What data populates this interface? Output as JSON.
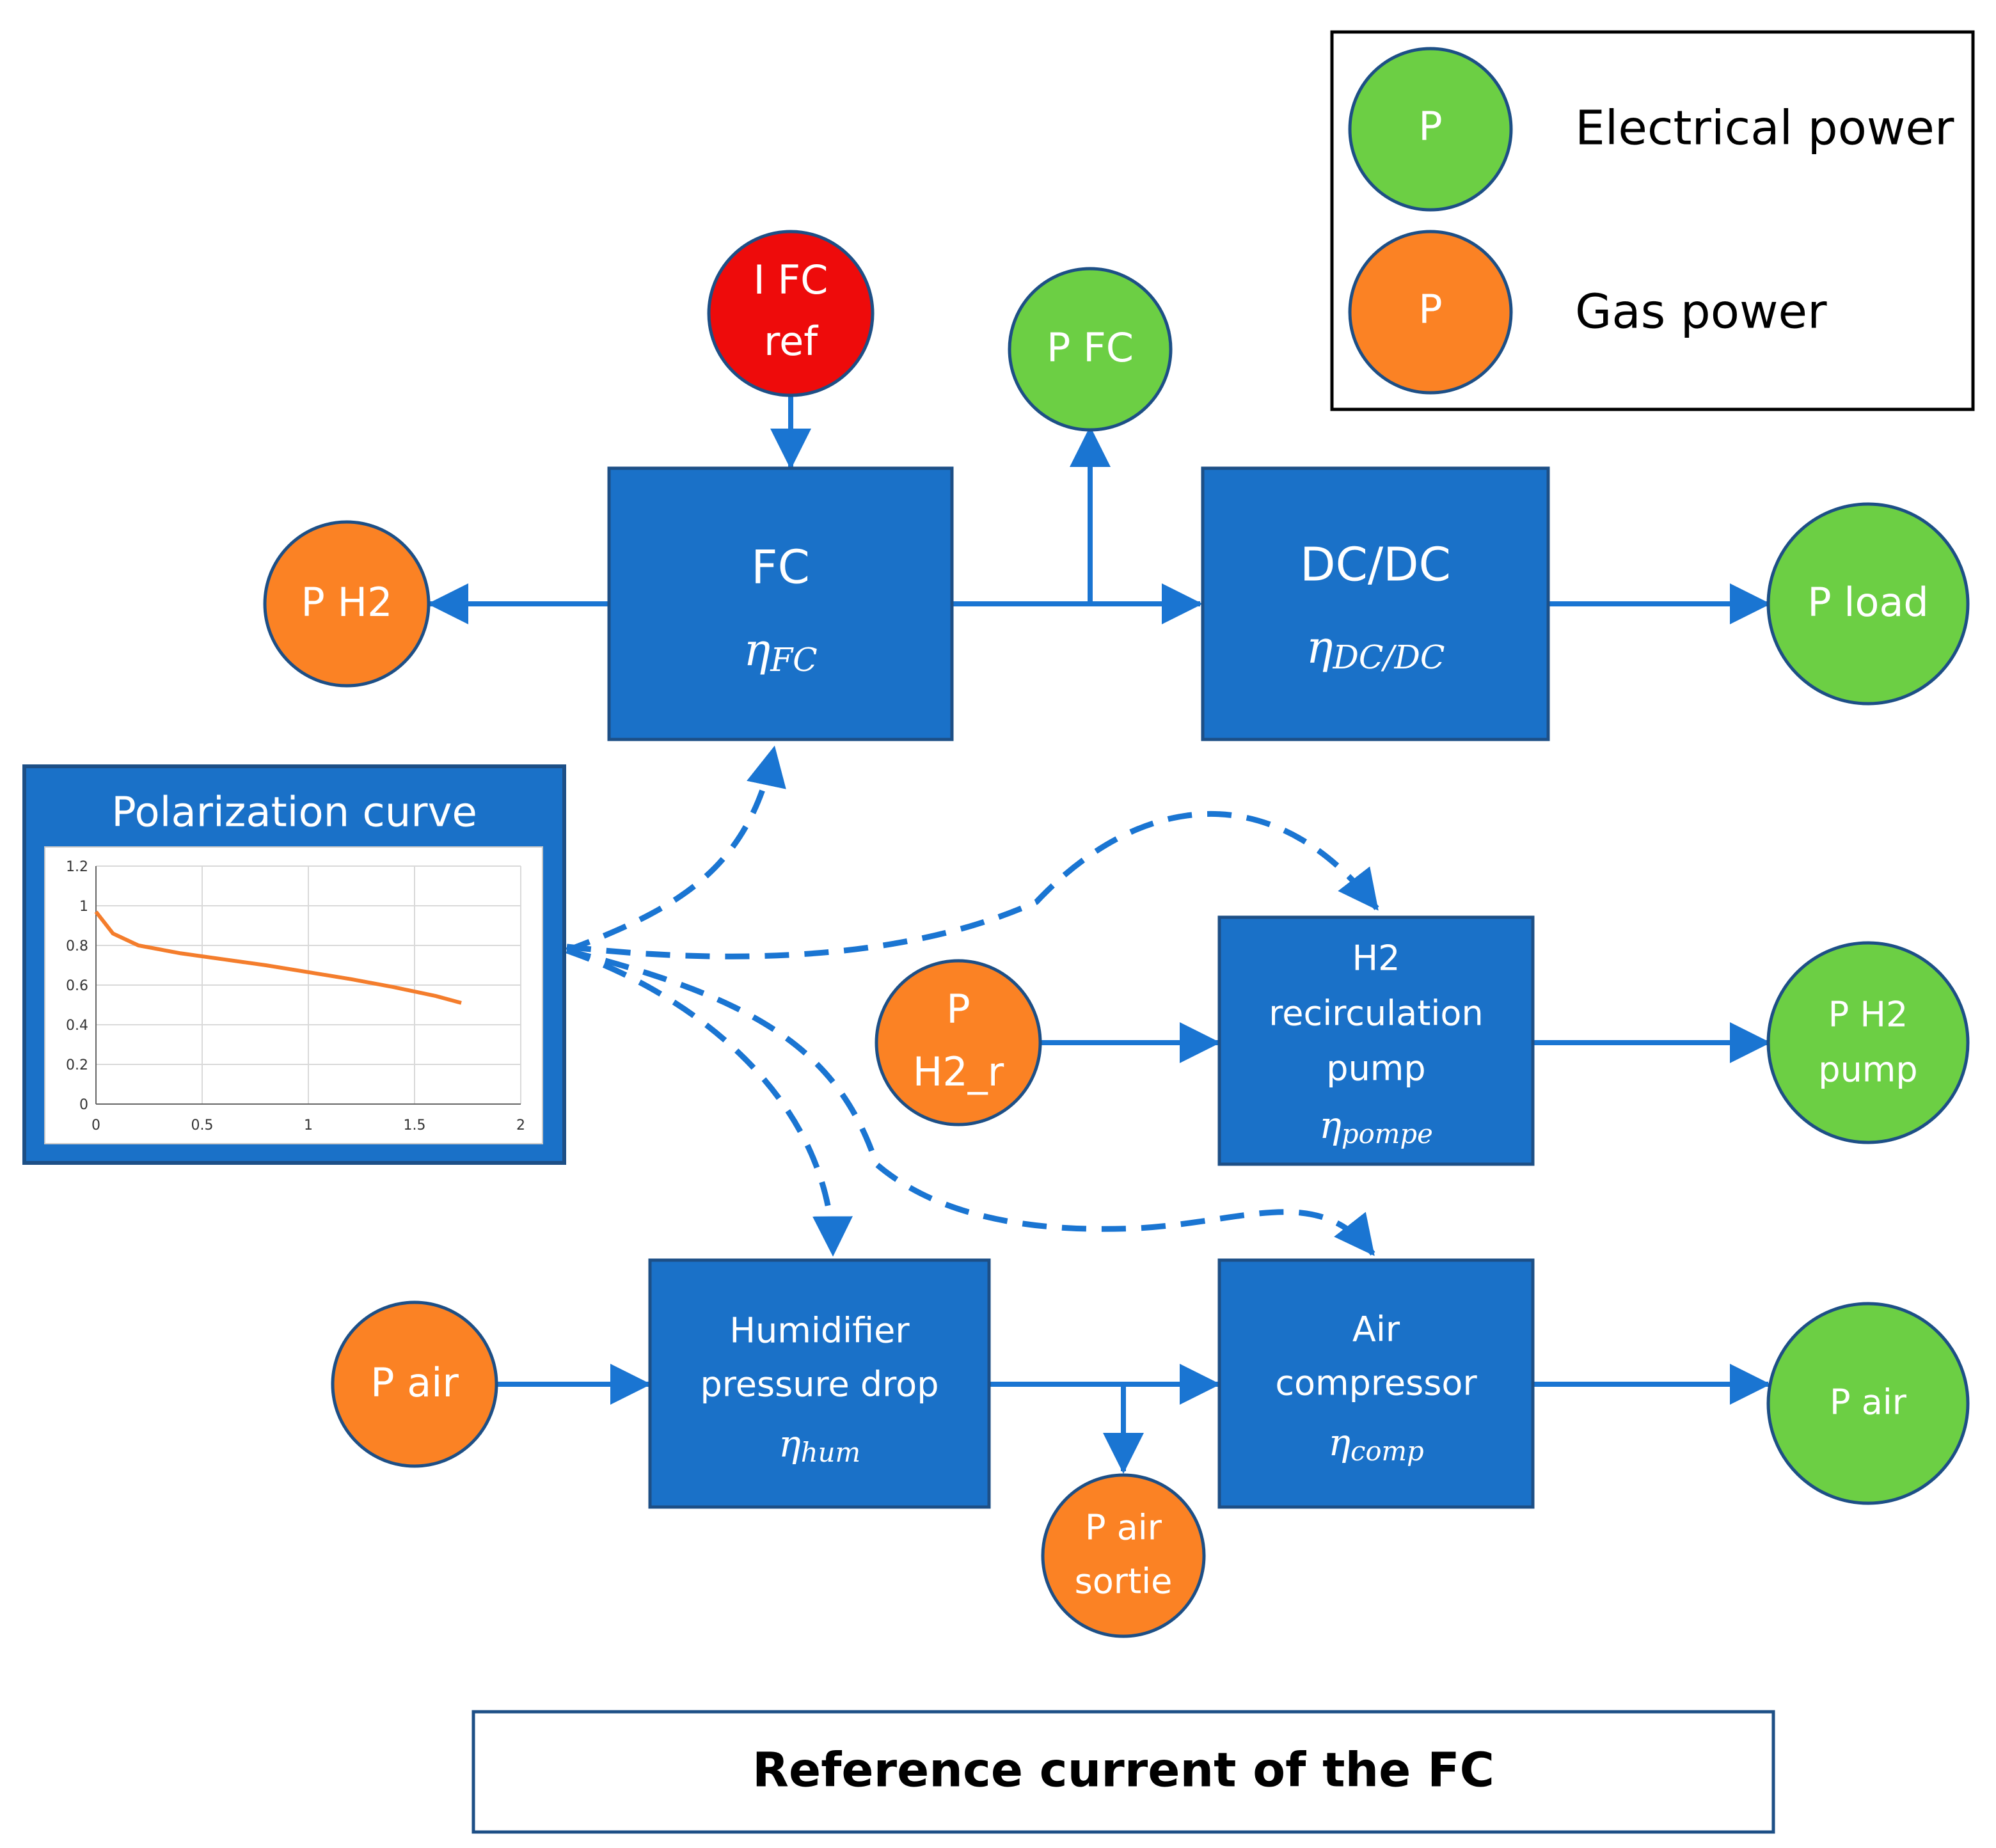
{
  "colors": {
    "block": "#1a71c8",
    "block_border": "#1d4f86",
    "electrical": "#6ccf44",
    "gas": "#fb8224",
    "reference": "#ee0b0b",
    "node_border": "#1d4f86",
    "arrow": "#1a75d2",
    "curve": "#f47d2c"
  },
  "legend": {
    "electrical": {
      "symbol": "P",
      "label": "Electrical power"
    },
    "gas": {
      "symbol": "P",
      "label": "Gas power"
    }
  },
  "nodes": {
    "i_fc_ref": {
      "line1": "I FC",
      "line2": "ref"
    },
    "p_fc": "P FC",
    "p_h2": "P H2",
    "p_load": "P load",
    "p_h2_r": {
      "line1": "P",
      "line2": "H2_r"
    },
    "p_h2_pump": {
      "line1": "P H2",
      "line2": "pump"
    },
    "p_air_in": "P air",
    "p_air_sortie": {
      "line1": "P air",
      "line2": "sortie"
    },
    "p_air_out": "P air"
  },
  "blocks": {
    "fc": {
      "title": "FC",
      "eta": "η",
      "eta_sub": "FC"
    },
    "dcdc": {
      "title": "DC/DC",
      "eta": "η",
      "eta_sub": "DC/DC"
    },
    "h2pump": {
      "line1": "H2",
      "line2": "recirculation",
      "line3": "pump",
      "eta": "η",
      "eta_sub": "pompe"
    },
    "humidifier": {
      "line1": "Humidifier",
      "line2": "pressure drop",
      "eta": "η",
      "eta_sub": "hum"
    },
    "compressor": {
      "line1": "Air",
      "line2": "compressor",
      "eta": "η",
      "eta_sub": "comp"
    }
  },
  "polarization": {
    "title": "Polarization curve",
    "chart_data": {
      "type": "line",
      "title": "",
      "xlabel": "",
      "ylabel": "",
      "xlim": [
        0,
        2
      ],
      "ylim": [
        0,
        1.2
      ],
      "x_ticks": [
        "0",
        "0.5",
        "1",
        "1.5",
        "2"
      ],
      "y_ticks": [
        "0",
        "0.2",
        "0.4",
        "0.6",
        "0.8",
        "1",
        "1.2"
      ],
      "grid": true,
      "series": [
        {
          "x": [
            0,
            0.08,
            0.2,
            0.4,
            0.6,
            0.8,
            1.0,
            1.2,
            1.4,
            1.6,
            1.72
          ],
          "y": [
            0.97,
            0.86,
            0.8,
            0.76,
            0.73,
            0.7,
            0.665,
            0.63,
            0.59,
            0.545,
            0.51
          ]
        }
      ]
    }
  },
  "caption": "Reference current of the FC"
}
